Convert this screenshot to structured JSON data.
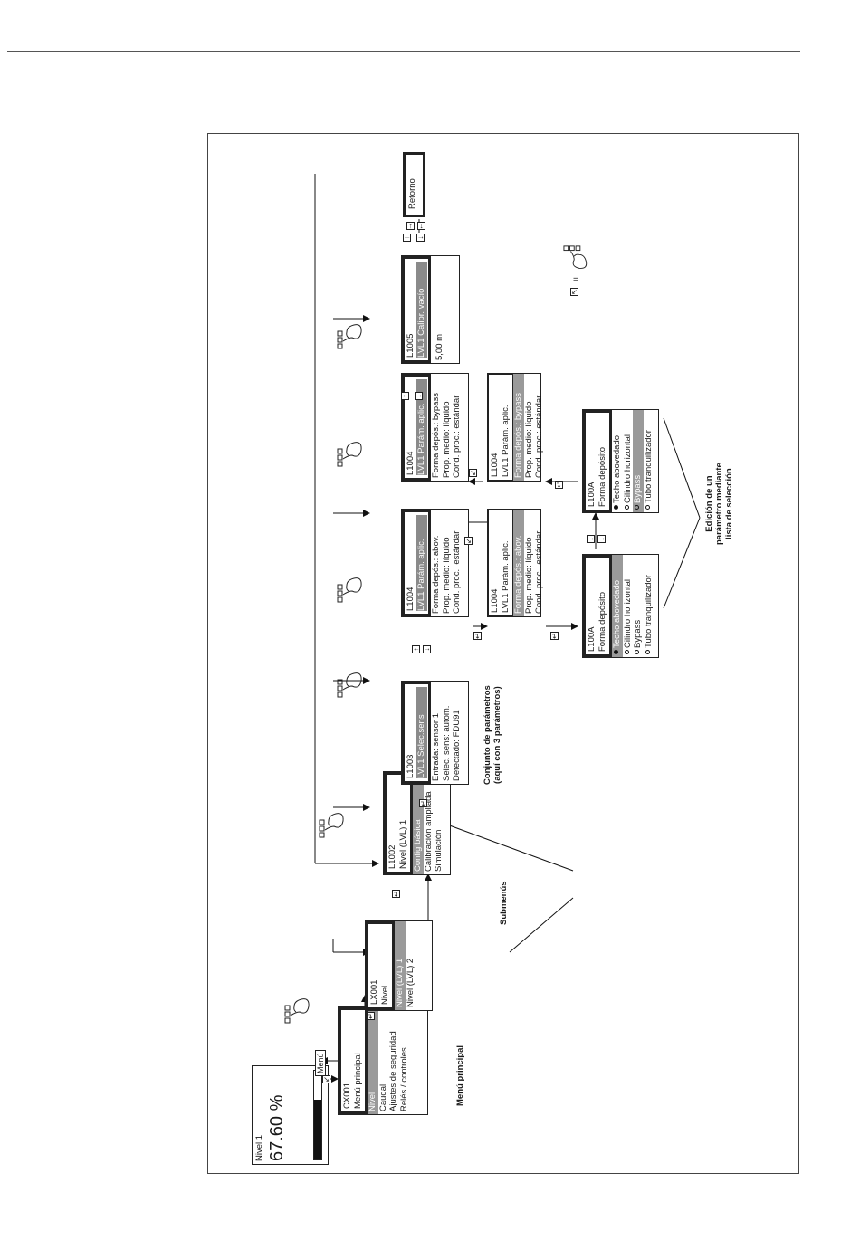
{
  "display": {
    "title": "Nivel 1",
    "value": "67.60 %",
    "level": 0.676
  },
  "menu_key": "Menú",
  "main_menu": {
    "code": "CX001",
    "title": "Menú principal",
    "items": [
      "Nivel",
      "Caudal",
      "Ajustes de seguridad",
      "Relés / controles",
      "..."
    ],
    "label": "Menú principal"
  },
  "lx001": {
    "code": "LX001",
    "title": "Nivel",
    "items": [
      "Nivel (LVL) 1",
      "Nivel (LVL) 2"
    ]
  },
  "l1002": {
    "code": "L1002",
    "title": "Nivel (LVL) 1",
    "items": [
      "Config básica",
      "Calibración ampliada",
      "Simulación"
    ]
  },
  "submenus_label": "Submenús",
  "l1003": {
    "code": "L1003",
    "title": "LVL1 Selec.sens",
    "items": [
      "Entrada: sensor 1",
      "Selec. sens: autom.",
      "Detectado: FDU91"
    ]
  },
  "param_set_label": [
    "Conjunto de parámetros",
    "(aquí con 3 parámetros)"
  ],
  "l1004a": {
    "code": "L1004",
    "title": "LVL1 Parám. aplic.",
    "items": [
      "Forma depós.: abov.",
      "Prop. medio: líquido",
      "Cond. proc.: estándar"
    ]
  },
  "l1004b": {
    "code": "L1004",
    "title": "LVL1 Parám. aplic.",
    "items": [
      "Forma depós.: abov.",
      "Prop. medio: líquido",
      "Cond. proc.: estándar"
    ]
  },
  "l100a1": {
    "code": "L100A",
    "title": "Forma depósito",
    "items": [
      "Techo abovedado",
      "Cilindro horizontal",
      "Bypass",
      "Tubo tranquilizador"
    ]
  },
  "l100a2": {
    "code": "L100A",
    "title": "Forma depósito",
    "items": [
      "Techo abovedado",
      "Cilindro horizontal",
      "Bypass",
      "Tubo tranquilizador"
    ]
  },
  "l1004c": {
    "code": "L1004",
    "title": "LVL1 Parám. aplic.",
    "items": [
      "Forma depós.: bypass",
      "Prop. medio: líquido",
      "Cond. proc.: estándar"
    ]
  },
  "l1004d": {
    "code": "L1004",
    "title": "LVL1 Parám. aplic.",
    "items": [
      "Forma depós.: bypass",
      "Prop. medio: líquido",
      "Cond. proc.: estándar"
    ]
  },
  "l1005": {
    "code": "L1005",
    "title": "LVL1 Calibr. vacío",
    "items": [
      "5,00 m"
    ]
  },
  "retorno": "Retorno",
  "edit_label": [
    "Edición de un",
    "parámetro mediante",
    "lista de selección"
  ],
  "legend_eq": "="
}
